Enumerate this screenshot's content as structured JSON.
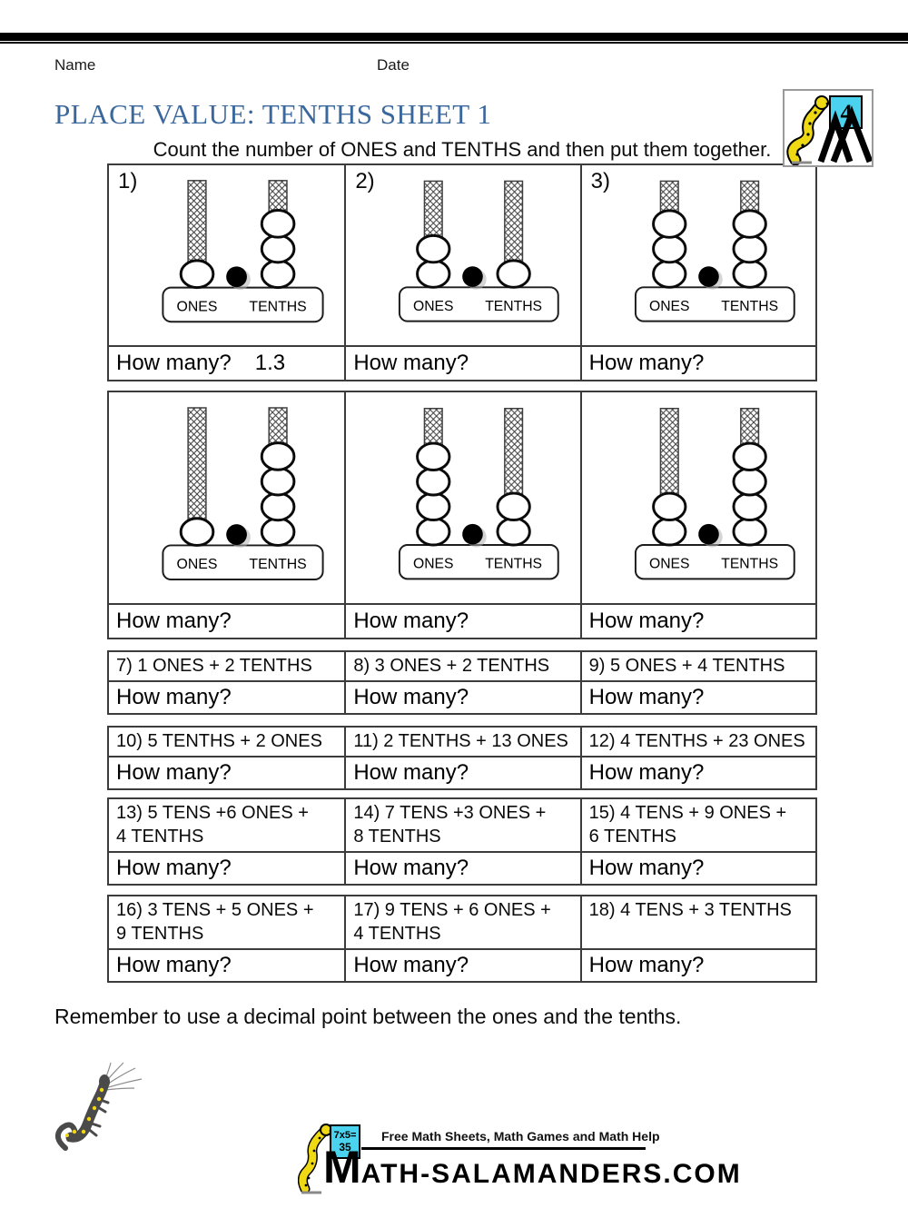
{
  "page": {
    "name_label": "Name",
    "date_label": "Date",
    "title": "PLACE VALUE: TENTHS SHEET 1",
    "instruction": "Count the number of ONES and TENTHS and then put them together.",
    "reminder": "Remember to use a decimal point between the ones and the tenths."
  },
  "corner_badge": {
    "number": "4"
  },
  "abacus": {
    "ones_label": "ONES",
    "tenths_label": "TENTHS",
    "how_many_label": "How many?",
    "problems": [
      {
        "number": "1)",
        "ones": 1,
        "tenths": 3,
        "answer": "1.3"
      },
      {
        "number": "2)",
        "ones": 2,
        "tenths": 1,
        "answer": ""
      },
      {
        "number": "3)",
        "ones": 3,
        "tenths": 3,
        "answer": ""
      },
      {
        "number": "",
        "ones": 1,
        "tenths": 4,
        "answer": ""
      },
      {
        "number": "",
        "ones": 4,
        "tenths": 2,
        "answer": ""
      },
      {
        "number": "",
        "ones": 2,
        "tenths": 4,
        "answer": ""
      }
    ]
  },
  "text_problems": {
    "how_many_label": "How many?",
    "tables": [
      {
        "cells": [
          [
            "7) 1 ONES + 2 TENTHS"
          ],
          [
            "8) 3 ONES + 2 TENTHS"
          ],
          [
            "9) 5 ONES + 4 TENTHS"
          ]
        ]
      },
      {
        "cells": [
          [
            "10) 5 TENTHS + 2 ONES"
          ],
          [
            "11) 2 TENTHS + 13 ONES"
          ],
          [
            "12) 4 TENTHS + 23 ONES"
          ]
        ]
      },
      {
        "cells": [
          [
            "13) 5 TENS +6 ONES +",
            "4 TENTHS"
          ],
          [
            "14) 7 TENS +3 ONES +",
            "8 TENTHS"
          ],
          [
            "15) 4 TENS + 9 ONES +",
            "6 TENTHS"
          ]
        ]
      },
      {
        "cells": [
          [
            "16) 3 TENS + 5 ONES +",
            "9 TENTHS"
          ],
          [
            "17) 9 TENS + 6 ONES +",
            "4 TENTHS"
          ],
          [
            "18) 4 TENS + 3 TENTHS"
          ]
        ]
      }
    ]
  },
  "footer": {
    "tagline": "Free Math Sheets, Math Games and Math Help",
    "site_initial": "M",
    "site_rest": "ATH-SALAMANDERS.COM",
    "board_top": "7x5=",
    "board_bottom": "35"
  },
  "colors": {
    "title_blue": "#3a679c",
    "board_cyan": "#4ad2ee",
    "salamander_yellow": "#eed912"
  }
}
